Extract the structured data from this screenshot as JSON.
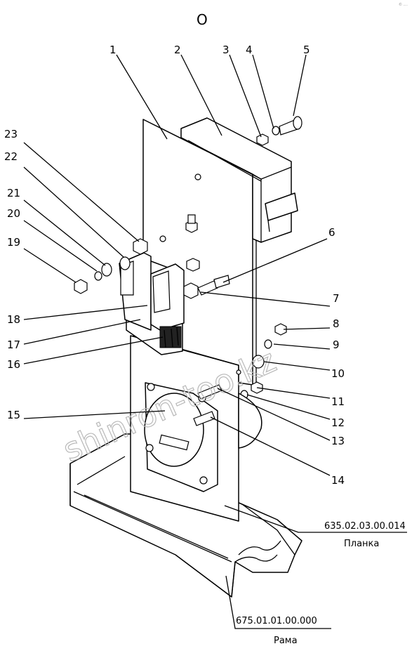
{
  "view_label": "О",
  "corner_mark": "© ....",
  "watermark": "shinron-too.kz",
  "callouts": [
    "1",
    "2",
    "3",
    "4",
    "5",
    "6",
    "7",
    "8",
    "9",
    "10",
    "11",
    "12",
    "13",
    "14",
    "15",
    "16",
    "17",
    "18",
    "19",
    "20",
    "21",
    "22",
    "23"
  ],
  "references": [
    {
      "code": "635.02.03.00.014",
      "name": "Планка"
    },
    {
      "code": "675.01.01.00.000",
      "name": "Рама"
    }
  ]
}
